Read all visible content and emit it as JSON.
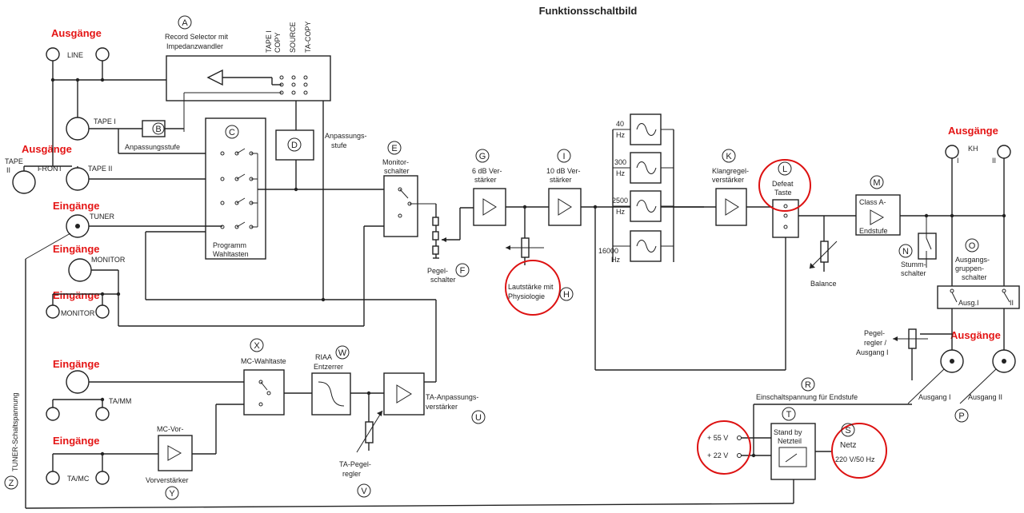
{
  "title": "Funktionsschaltbild",
  "red_labels": {
    "ausgaenge_top": "Ausgänge",
    "ausgaenge_mid": "Ausgänge",
    "ausgaenge_right": "Ausgänge",
    "ausgaenge_right2": "Ausgänge",
    "eingaenge_1": "Eingänge",
    "eingaenge_2": "Eingänge",
    "eingaenge_3": "Eingänge",
    "eingaenge_4": "Eingänge",
    "eingaenge_5": "Eingänge"
  },
  "jacks": {
    "line": "LINE",
    "tape1": "TAPE I",
    "tape2_front": "FRONT",
    "tape2_right": "TAPE II",
    "tape2_left": "TAPE",
    "tape2_left2": "II",
    "tuner": "TUNER",
    "monitor1": "MONITOR",
    "monitor2": "MONITOR",
    "ta_mm": "TA/MM",
    "ta_mc": "TA/MC",
    "kh": "KH",
    "kh_i": "I",
    "kh_ii": "II"
  },
  "letters": {
    "A": "A",
    "B": "B",
    "C": "C",
    "D": "D",
    "E": "E",
    "F": "F",
    "G": "G",
    "H": "H",
    "I": "I",
    "K": "K",
    "L": "L",
    "M": "M",
    "N": "N",
    "O": "O",
    "P": "P",
    "R": "R",
    "S": "S",
    "T": "T",
    "U": "U",
    "V": "V",
    "W": "W",
    "X": "X",
    "Y": "Y",
    "Z": "Z"
  },
  "blocks": {
    "record_selector_1": "Record Selector mit",
    "record_selector_2": "Impedanzwandler",
    "sel_tape1": "TAPE I",
    "sel_copy": "COPY",
    "sel_source": "SOURCE",
    "sel_ta_copy": "TA-COPY",
    "anpassungsstufe_b": "Anpassungsstufe",
    "anpassungsstufe_d1": "Anpassungs-",
    "anpassungsstufe_d2": "stufe",
    "programm_1": "Programm",
    "programm_2": "Wahltasten",
    "monitor_1": "Monitor-",
    "monitor_2": "schalter",
    "pegel_1": "Pegel-",
    "pegel_2": "schalter",
    "vst6_1": "6 dB Ver-",
    "vst6_2": "stärker",
    "vst10_1": "10 dB Ver-",
    "vst10_2": "stärker",
    "laut_1": "Lautstärke mit",
    "laut_2": "Physiologie",
    "f40": "40",
    "f300": "300",
    "f2500": "2500",
    "f16000": "16000",
    "hz": "Hz",
    "klang_1": "Klangregel-",
    "klang_2": "verstärker",
    "defeat_1": "Defeat",
    "defeat_2": "Taste",
    "balance": "Balance",
    "classa_1": "Class A-",
    "classa_2": "Endstufe",
    "stumm_1": "Stumm-",
    "stumm_2": "schalter",
    "ausg_grp_1": "Ausgangs-",
    "ausg_grp_2": "gruppen-",
    "ausg_grp_3": "schalter",
    "ausg_I": "Ausg.I",
    "ausg_II": "II",
    "pegelregler_1": "Pegel-",
    "pegelregler_2": "regler /",
    "pegelregler_3": "Ausgang I",
    "ausgang_I": "Ausgang I",
    "ausgang_II": "Ausgang II",
    "einschalt": "Einschaltspannung für Endstufe",
    "v55": "+ 55 V",
    "v22": "+ 22 V",
    "standby_1": "Stand by",
    "standby_2": "Netzteil",
    "netz_1": "Netz",
    "netz_2": "220 V/50 Hz",
    "mc_wahl": "MC-Wahltaste",
    "riaa_1": "RIAA",
    "riaa_2": "Entzerrer",
    "ta_anp_1": "TA-Anpassungs-",
    "ta_anp_2": "verstärker",
    "ta_pegel_1": "TA-Pegel-",
    "ta_pegel_2": "regler",
    "mc_vor_1": "MC-Vor-",
    "mc_vor_2": "Vorverstärker",
    "tuner_schalt": "TUNER-Schaltspannung"
  },
  "colors": {
    "accent_red": "#e41515",
    "line": "#222222"
  }
}
